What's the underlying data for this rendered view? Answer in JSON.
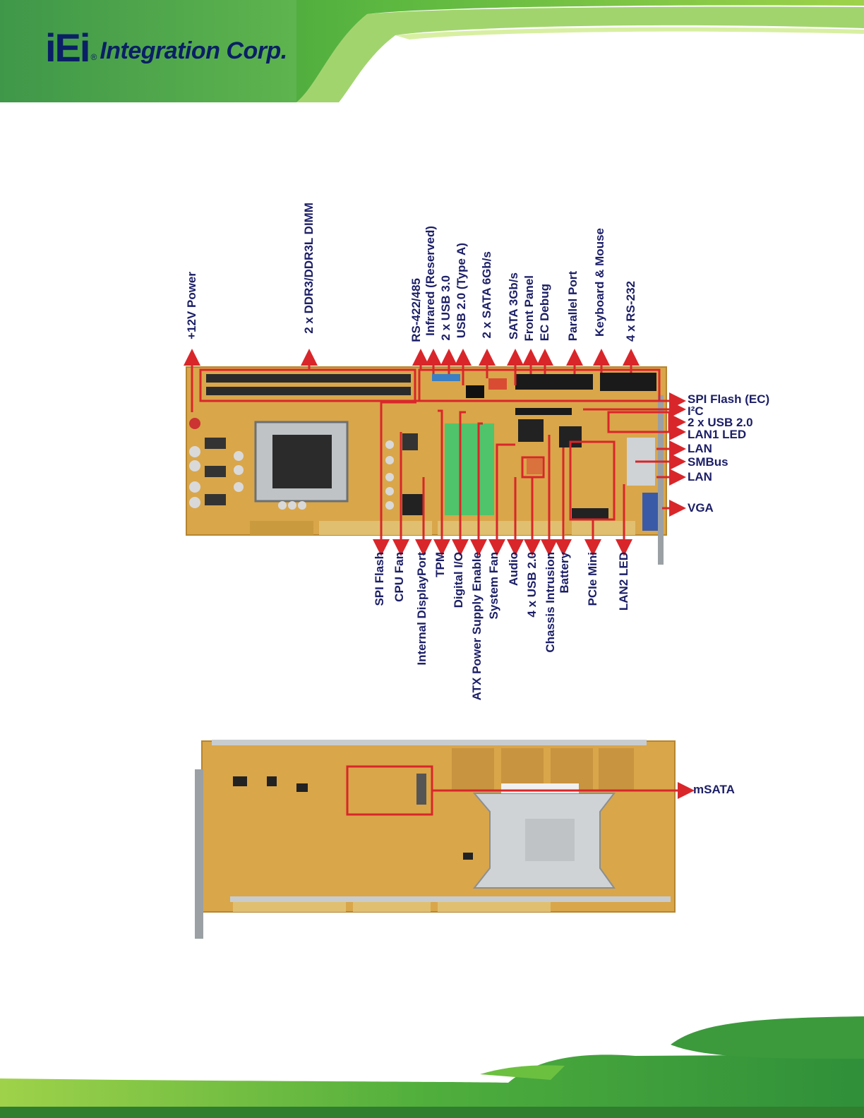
{
  "brand": {
    "logo_mark": "iEi",
    "logo_reg": "®",
    "logo_name": "Integration Corp."
  },
  "colors": {
    "accent": "#d9262a",
    "label": "#1b1e66",
    "pcb": "#d9a64a",
    "header_green": "#3c9a3c"
  },
  "top_view": {
    "top_labels": [
      "+12V Power",
      "2 x DDR3/DDR3L DIMM",
      "RS-422/485",
      "Infrared (Reserved)",
      "2 x USB 3.0",
      "USB 2.0 (Type A)",
      "2 x SATA 6Gb/s",
      "SATA 3Gb/s",
      "Front Panel",
      "EC Debug",
      "Parallel Port",
      "Keyboard & Mouse",
      "4 x RS-232"
    ],
    "right_labels": [
      "SPI Flash (EC)",
      "I²C",
      "2 x USB 2.0",
      "LAN1 LED",
      "LAN",
      "SMBus",
      "LAN",
      "VGA"
    ],
    "bottom_labels": [
      "SPI Flash",
      "CPU Fan",
      "Internal DisplayPort",
      "TPM",
      "Digital I/O",
      "ATX Power Supply Enable",
      "System Fan",
      "Audio",
      "4 x USB 2.0",
      "Chassis Intrusion",
      "Battery",
      "PCIe Mini",
      "LAN2 LED"
    ]
  },
  "bottom_view": {
    "labels": [
      "mSATA"
    ]
  }
}
